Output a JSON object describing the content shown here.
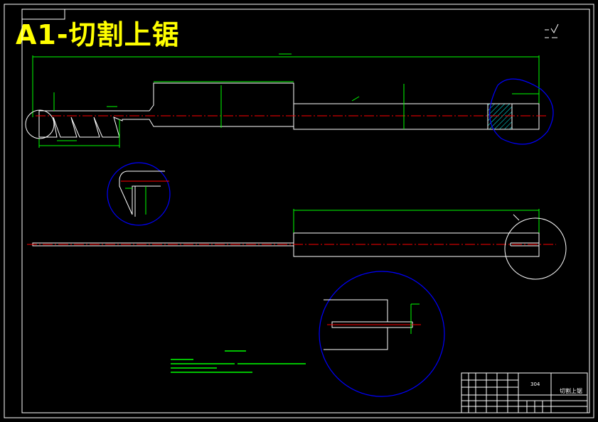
{
  "title": "A1-切割上锯",
  "colors": {
    "background": "#000000",
    "outline": "#ffffff",
    "dimension": "#00ff00",
    "centerline": "#ff0000",
    "detail_circle": "#0000ff",
    "title_text": "#ffff00",
    "hatch": "#00ffff"
  },
  "title_block": {
    "material": "304",
    "part_name": "切割上锯"
  }
}
